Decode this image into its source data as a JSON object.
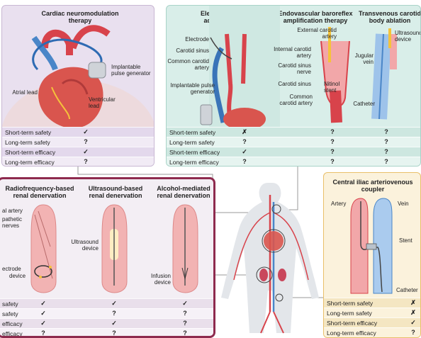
{
  "panels": {
    "cardiac": {
      "title": "Cardiac neuromodulation therapy",
      "labels": {
        "ipg": "Implantable pulse generator",
        "atrial": "Atrial lead",
        "ventricular": "Ventricular lead"
      }
    },
    "baroreflex": {
      "title": "Electrical baroreflex activation therapy",
      "labels": {
        "electrode": "Electrode",
        "sinus": "Carotid sinus",
        "common": "Common carotid artery",
        "ipg": "Implantable pulse generator"
      }
    },
    "endovascular": {
      "title": "Endovascular baroreflex amplification therapy",
      "labels": {
        "external": "External carotid artery",
        "internal": "Internal carotid artery",
        "sinus_nerve": "Carotid sinus nerve",
        "sinus": "Carotid sinus",
        "nitinol": "Nitinol stent",
        "common": "Common carotid artery"
      }
    },
    "transvenous": {
      "title": "Transvenous carotid body ablation",
      "labels": {
        "ultrasound": "Ultrasound device",
        "jugular": "Jugular vein",
        "catheter": "Catheter"
      }
    },
    "rf": {
      "title": "Radiofrequency-based renal denervation",
      "labels": {
        "artery": "al artery",
        "nerves": "pathetic nerves",
        "electrode": "ectrode",
        "device": "device"
      }
    },
    "us": {
      "title": "Ultrasound-based renal denervation",
      "labels": {
        "device": "Ultrasound device"
      }
    },
    "alcohol": {
      "title": "Alcohol-mediated renal denervation",
      "labels": {
        "device": "Infusion device"
      }
    },
    "iliac": {
      "title": "Central iliac arteriovenous coupler",
      "labels": {
        "artery": "Artery",
        "vein": "Vein",
        "stent": "Stent",
        "catheter": "Catheter"
      }
    }
  },
  "tables": {
    "cardiac": {
      "rows": [
        "Short-term safety",
        "Long-term safety",
        "Short-term efficacy",
        "Long-term efficacy"
      ],
      "values": [
        "✓",
        "?",
        "✓",
        "?"
      ]
    },
    "baro": {
      "rows": [
        "Short-term safety",
        "Long-term safety",
        "Short-term efficacy",
        "Long-term efficacy"
      ],
      "values_a": [
        "✗",
        "?",
        "✓",
        "?"
      ],
      "values_b": [
        "?",
        "?",
        "?",
        "?"
      ],
      "values_c": [
        "?",
        "?",
        "?",
        "?"
      ]
    },
    "renal": {
      "rows": [
        "safety",
        "safety",
        "efficacy",
        "efficacy"
      ],
      "values_a": [
        "✓",
        "✓",
        "✓",
        "?"
      ],
      "values_b": [
        "✓",
        "?",
        "✓",
        "?"
      ],
      "values_c": [
        "✓",
        "?",
        "?",
        "?"
      ]
    },
    "iliac": {
      "rows": [
        "Short-term safety",
        "Long-term safety",
        "Short-term efficacy",
        "Long-term efficacy"
      ],
      "values": [
        "✗",
        "✗",
        "✓",
        "?"
      ]
    }
  },
  "colors": {
    "purple_panel": "#e9e0ef",
    "green_panel": "#d9eee9",
    "renal_border": "#8e2a4e",
    "renal_panel": "#f3eef4",
    "iliac_panel": "#fbf2dc",
    "iliac_border": "#e9bf6a",
    "artery": "#d8434b",
    "vein": "#4a86c8"
  }
}
